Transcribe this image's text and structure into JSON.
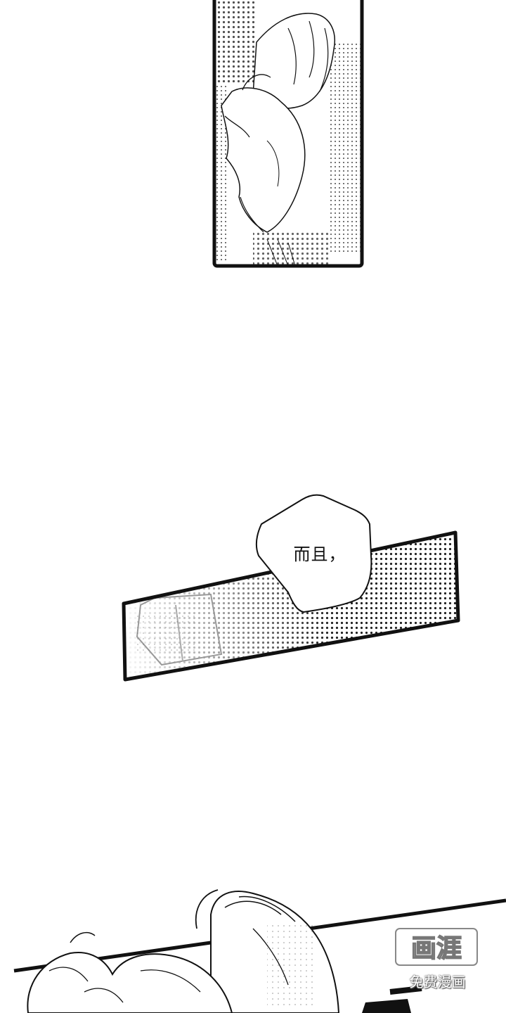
{
  "panels": {
    "speech_bubble": {
      "text": "而且，"
    }
  },
  "watermark": {
    "logo_text": "画涯",
    "subtitle": "免费漫画"
  },
  "colors": {
    "ink": "#111111",
    "paper": "#ffffff",
    "screentone": "#555555"
  }
}
